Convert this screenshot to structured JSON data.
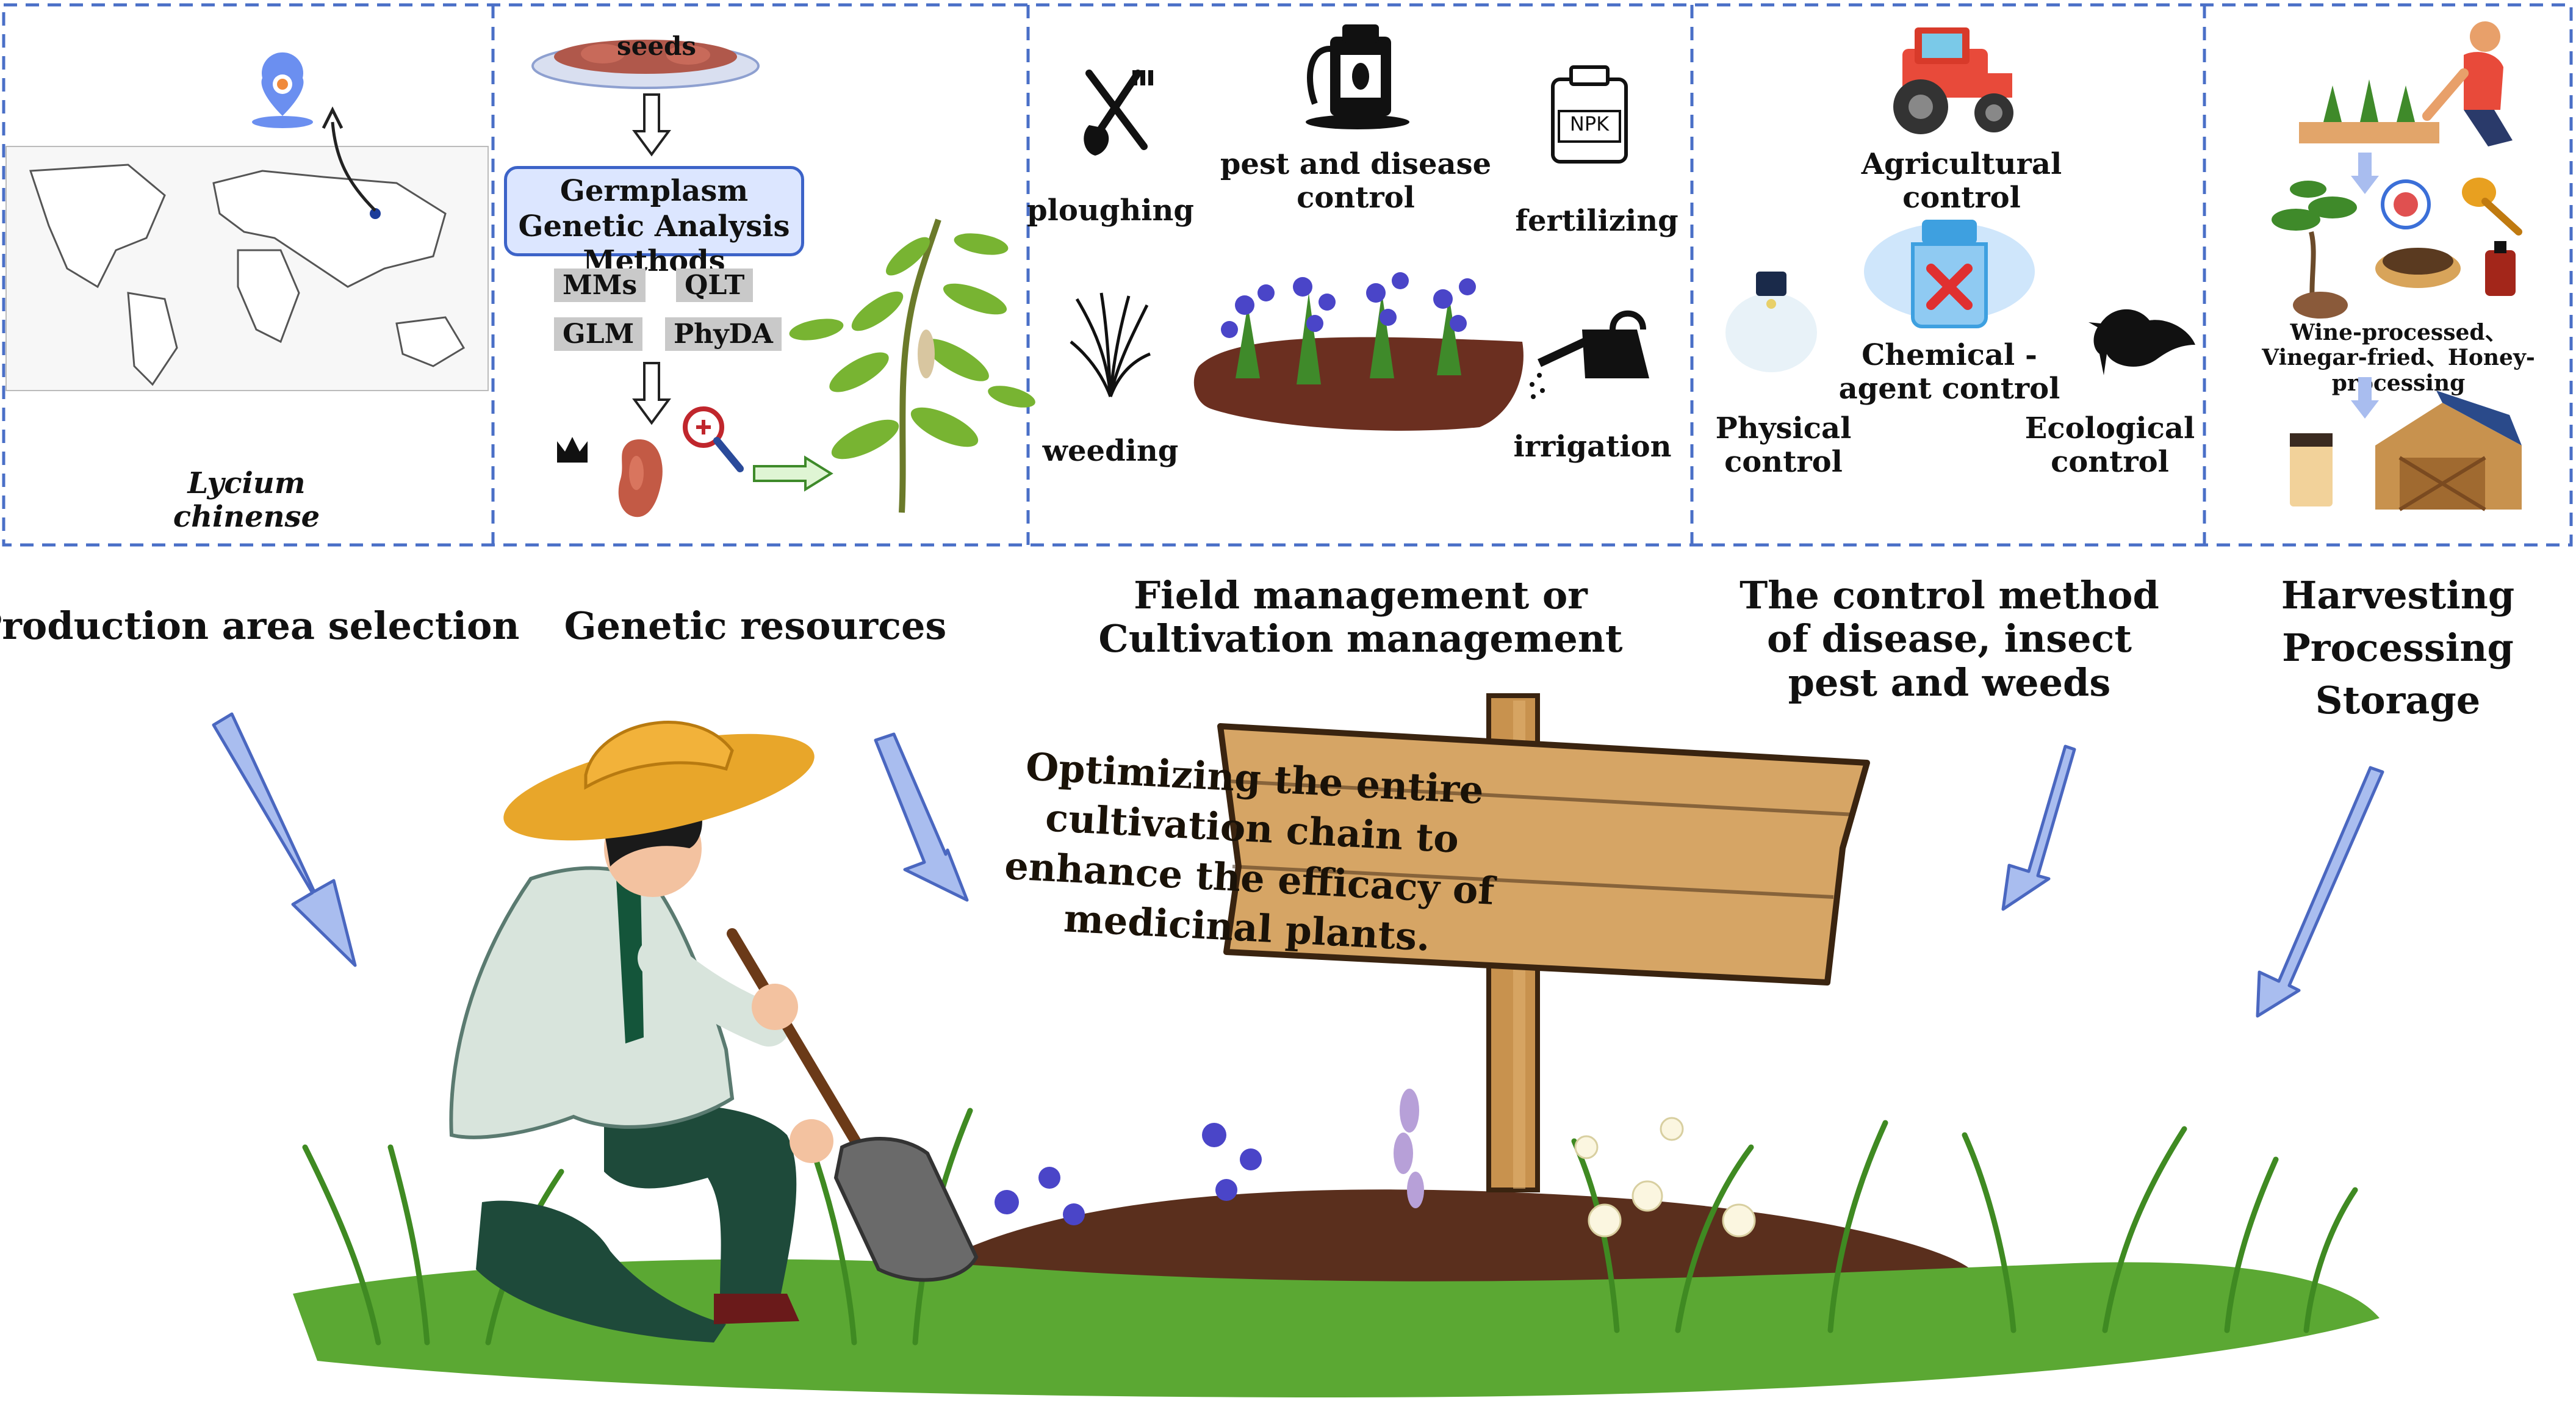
{
  "figure": {
    "panels": [
      {
        "id": "production-area",
        "heading": "Production area selection",
        "species_label": "Lycium chinense"
      },
      {
        "id": "genetic-resources",
        "heading": "Genetic resources",
        "seeds_label": "seeds",
        "method_box": "Germplasm Genetic Analysis Methods",
        "methods": [
          "MMs",
          "QLT",
          "GLM",
          "PhyDA"
        ]
      },
      {
        "id": "field-management",
        "heading": "Field management or Cultivation management",
        "activities": [
          "ploughing",
          "pest and disease control",
          "fertilizing",
          "weeding",
          "irrigation"
        ],
        "fertilizer_bag_text": "NPK"
      },
      {
        "id": "pest-control",
        "heading": "The control method of disease, insect pest and weeds",
        "methods": [
          "Agricultural control",
          "Chemical - agent control",
          "Physical control",
          "Ecological control"
        ]
      },
      {
        "id": "harvest",
        "heading": "Harvesting Processing Storage",
        "heading_lines": [
          "Harvesting",
          "Processing",
          "Storage"
        ],
        "processing_text": "Wine-processed、Vinegar-fried、Honey-processing"
      }
    ],
    "sign_text": "Optimizing the entire cultivation chain to enhance the efficacy of medicinal plants."
  },
  "colors": {
    "panel_border": "#4a6fc7",
    "arrow_fill": "#a9bdef",
    "arrow_stroke": "#4a67c0",
    "box_fill": "#dce6ff",
    "grass": "#4e9a2a",
    "soil": "#5a2f1d",
    "wood": "#c8924e"
  },
  "icons": [
    "map-pin-icon",
    "world-map-icon",
    "seed-plate-icon",
    "hollow-arrow-icon",
    "crown-icon",
    "bean-icon",
    "magnifier-icon",
    "plant-icon",
    "fork-shovel-icon",
    "sprayer-icon",
    "npk-bag-icon",
    "grass-tuft-icon",
    "flower-bed-icon",
    "watering-can-icon",
    "tractor-icon",
    "chemical-bottle-icon",
    "light-bulb-icon",
    "bird-icon",
    "seedling-tray-icon",
    "herb-root-icon",
    "honey-dipper-icon",
    "solar-shed-icon",
    "farmer-icon",
    "signpost-icon"
  ]
}
